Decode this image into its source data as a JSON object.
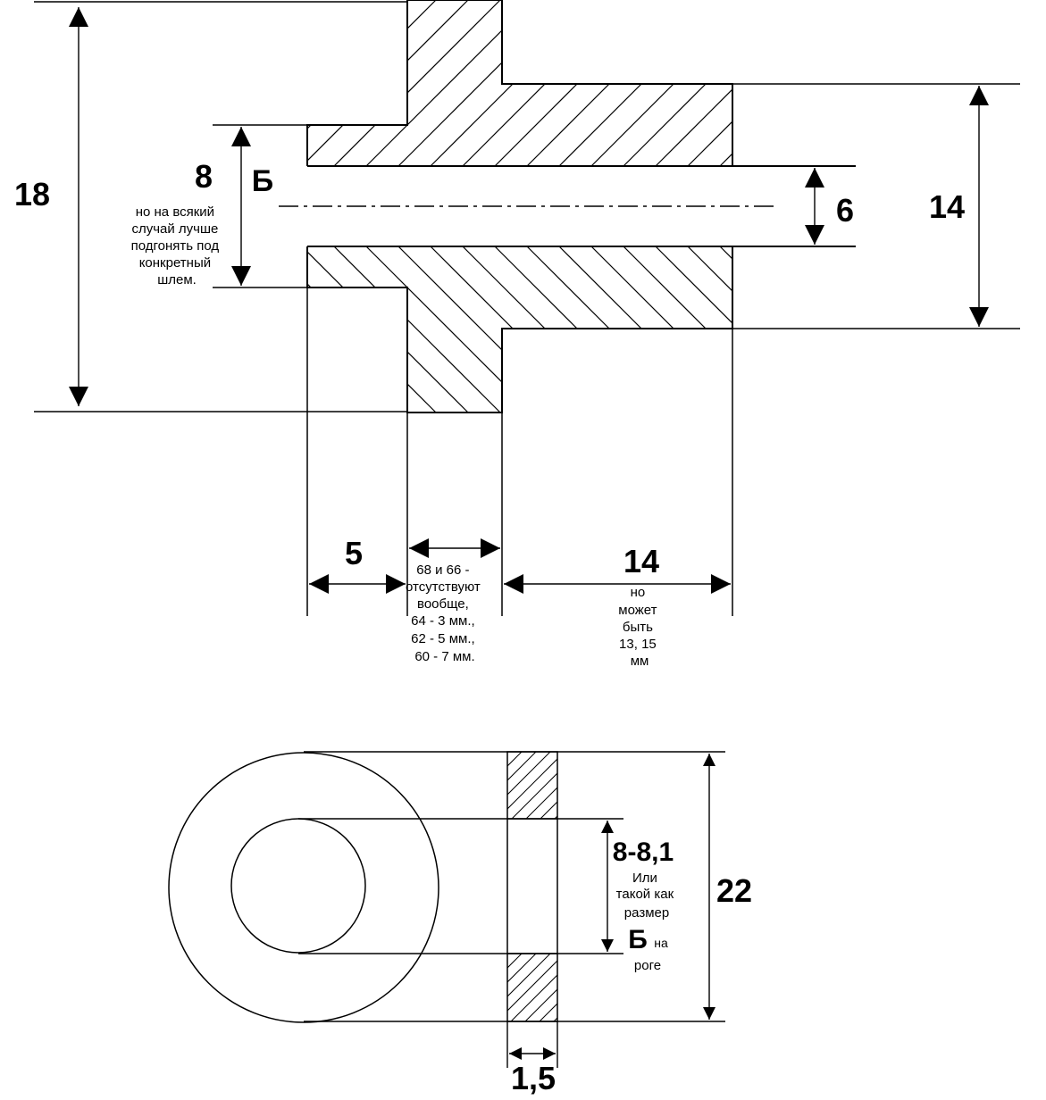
{
  "top_view": {
    "dim_18": "18",
    "dim_8": "8",
    "label_B": "Б",
    "note_b": [
      "но на всякий",
      "случай лучше",
      "подгонять под",
      "конкретный",
      "шлем."
    ],
    "dim_6": "6",
    "dim_14_height": "14",
    "dim_5": "5",
    "note_flange": [
      "68 и 66 -",
      "отсутствуют",
      "вообще,",
      "64 - 3 мм.,",
      "62 - 5 мм.,",
      "60 - 7 мм."
    ],
    "dim_14_length": "14",
    "note_length": [
      "но",
      "может",
      "быть",
      "13, 15",
      "мм"
    ]
  },
  "washer_view": {
    "dim_inner": "8-8,1",
    "note_inner": [
      "Или",
      "такой как",
      "размер"
    ],
    "label_B": "Б",
    "label_na": "на",
    "label_roge": "роге",
    "dim_outer": "22",
    "dim_thickness": "1,5"
  }
}
